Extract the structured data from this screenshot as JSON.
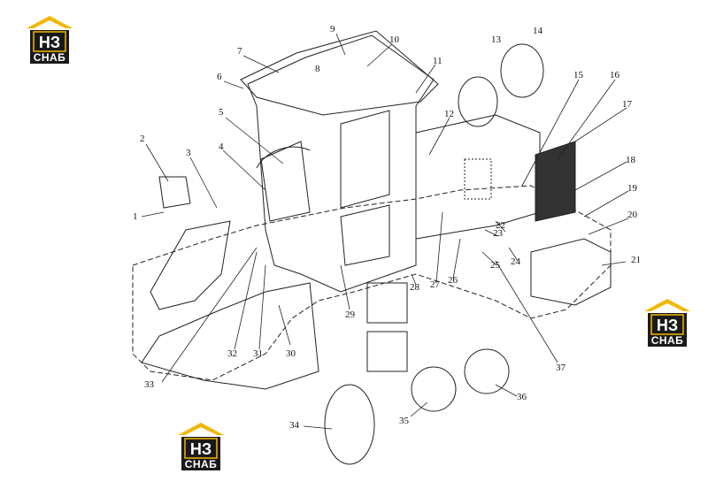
{
  "brand": {
    "logo_mark": "НЗ",
    "logo_text": "СНАБ",
    "colors": {
      "house": "#1a1a1a",
      "roof": "#f2b600",
      "text": "#ffffff"
    }
  },
  "callouts": [
    "1",
    "2",
    "3",
    "4",
    "5",
    "6",
    "7",
    "8",
    "9",
    "10",
    "11",
    "12",
    "13",
    "14",
    "15",
    "16",
    "17",
    "18",
    "19",
    "20",
    "21",
    "22",
    "23",
    "24",
    "25",
    "26",
    "27",
    "28",
    "29",
    "30",
    "31",
    "32",
    "33",
    "34",
    "35",
    "36",
    "37"
  ],
  "line_color": "#222222"
}
